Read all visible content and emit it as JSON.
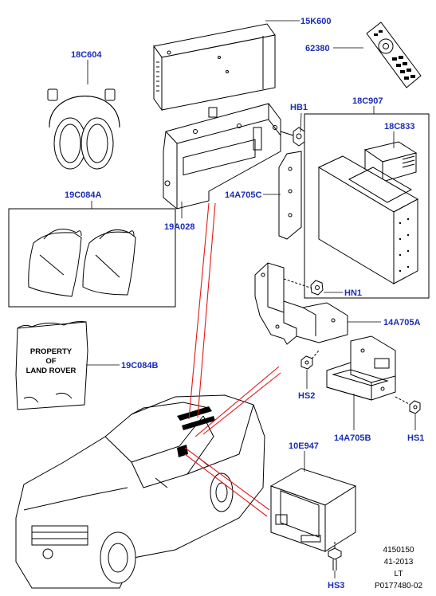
{
  "callouts": {
    "c15K600": "15K600",
    "c18C604": "18C604",
    "c62380": "62380",
    "cHB1": "HB1",
    "c18C907": "18C907",
    "c18C833": "18C833",
    "c19C084A": "19C084A",
    "c14A705C": "14A705C",
    "c19A028": "19A028",
    "cHN1": "HN1",
    "c14A705A": "14A705A",
    "c19C084B": "19C084B",
    "cHS2": "HS2",
    "c14A705B": "14A705B",
    "cHS1": "HS1",
    "c10E947": "10E947",
    "cHS3": "HS3"
  },
  "bag_label": [
    "PROPERTY",
    "OF",
    "LAND ROVER"
  ],
  "footer": [
    "4150150",
    "41-2013",
    "LT",
    "P0177480-02"
  ],
  "colors": {
    "callout": "#1a2db4",
    "leader": "#000000",
    "sight_lines": "#e01818"
  },
  "icons": [
    "headphones",
    "remote-control",
    "dvd-player",
    "storage-bags",
    "vehicle"
  ]
}
